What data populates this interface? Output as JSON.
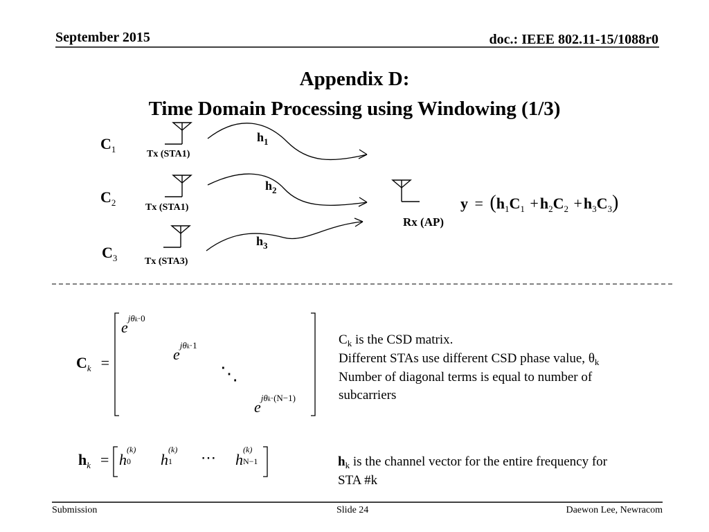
{
  "header": {
    "date": "September 2015",
    "doc": "doc.: IEEE 802.11-15/1088r0"
  },
  "title": {
    "line1": "Appendix D:",
    "line2": "Time Domain Processing using Windowing (1/3)"
  },
  "diagram": {
    "transmitters": [
      {
        "var": "C",
        "sub": "1",
        "label": "Tx (STA1)",
        "channel": "h",
        "channel_sub": "1"
      },
      {
        "var": "C",
        "sub": "2",
        "label": "Tx (STA1)",
        "channel": "h",
        "channel_sub": "2"
      },
      {
        "var": "C",
        "sub": "3",
        "label": "Tx (STA3)",
        "channel": "h",
        "channel_sub": "3"
      }
    ],
    "receiver_label": "Rx (AP)",
    "rx_equation": {
      "y": "y",
      "eq": "=",
      "open": "(",
      "close": ")",
      "plus": "+",
      "terms": [
        {
          "h": "h",
          "hs": "1",
          "c": "C",
          "cs": "1"
        },
        {
          "h": "h",
          "hs": "2",
          "c": "C",
          "cs": "2"
        },
        {
          "h": "h",
          "hs": "3",
          "c": "C",
          "cs": "3"
        }
      ]
    }
  },
  "csd": {
    "lhs": "C",
    "lhs_sub": "k",
    "eq": "=",
    "diag": [
      {
        "base": "e",
        "exp": "jθ",
        "exp_sub": "k",
        "exp_rest": "·0"
      },
      {
        "base": "e",
        "exp": "jθ",
        "exp_sub": "k",
        "exp_rest": "·1"
      },
      {
        "base": "e",
        "exp": "jθ",
        "exp_sub": "k",
        "exp_rest": "·(N−1)"
      }
    ],
    "ellipsis": "⋱",
    "desc": {
      "l1_var": "C",
      "l1_sub": "k",
      "l1_rest": " is the CSD matrix.",
      "l2_text": "Different STAs use different CSD phase value, ",
      "l2_theta": "θ",
      "l2_sub": "k",
      "l3": "Number of diagonal terms is equal to number of",
      "l4": "subcarriers"
    }
  },
  "hvec": {
    "lhs": "h",
    "lhs_sub": "k",
    "eq": "=",
    "entries": [
      {
        "base": "h",
        "sup": "(k)",
        "sub": "0"
      },
      {
        "base": "h",
        "sup": "(k)",
        "sub": "1"
      },
      {
        "base": "h",
        "sup": "(k)",
        "sub": "N−1"
      }
    ],
    "dots": "⋯",
    "desc": {
      "var": "h",
      "sub": "k",
      "rest": " is the channel vector for the entire frequency for",
      "line2": "STA #k"
    }
  },
  "footer": {
    "left": "Submission",
    "center": "Slide 24",
    "right": "Daewon Lee, Newracom"
  }
}
